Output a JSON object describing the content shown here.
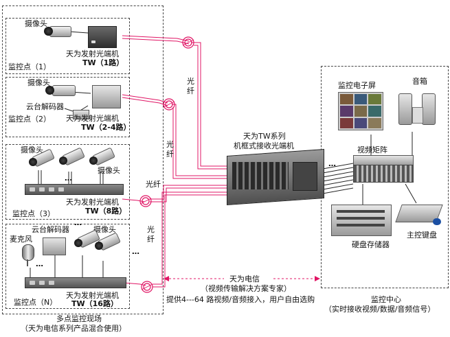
{
  "colors": {
    "fiber": "#e01464",
    "wire": "#222222",
    "dashed_border": "#444444"
  },
  "sites": {
    "site1": {
      "camera": "摄像头",
      "tx_name": "天为发射光端机",
      "tx_model": "TW（1路）",
      "label": "监控点（1）"
    },
    "site2": {
      "camera": "摄像头",
      "ptz": "云台解码器",
      "tx_name": "天为发射光端机",
      "tx_model": "TW（2-4路）",
      "label": "监控点（2）"
    },
    "site3": {
      "camera_a": "摄像头",
      "camera_b": "摄像头",
      "tx_name": "天为发射光端机",
      "tx_model": "TW（8路）",
      "label": "监控点（3）",
      "ellipsis": "…"
    },
    "siteN": {
      "ptz": "云台解码器",
      "camera": "摄像头",
      "mic": "麦克风",
      "tx_name": "天为发射光端机",
      "tx_model": "TW（16路）",
      "label": "监控点（N）",
      "dots": "…"
    }
  },
  "fiber_labels": [
    "光纤",
    "光纤",
    "光纤",
    "光纤"
  ],
  "receiver": {
    "line1": "天为TW系列",
    "line2": "机框式接收光端机"
  },
  "center": {
    "screen": "监控电子屏",
    "speaker": "音箱",
    "matrix": "视频矩阵",
    "dvr": "硬盘存储器",
    "keyboard": "主控键盘",
    "title": "监控中心",
    "subtitle": "（实时接收视频/数据/音频信号）"
  },
  "field": {
    "title": "多点监控现场",
    "subtitle": "（天为电信系列产品混合使用）"
  },
  "vendor": {
    "name": "天为电信",
    "slogan": "（视频传输解决方案专家）",
    "desc": "提供4---64 路视频/音频接入，用户自由选购"
  }
}
